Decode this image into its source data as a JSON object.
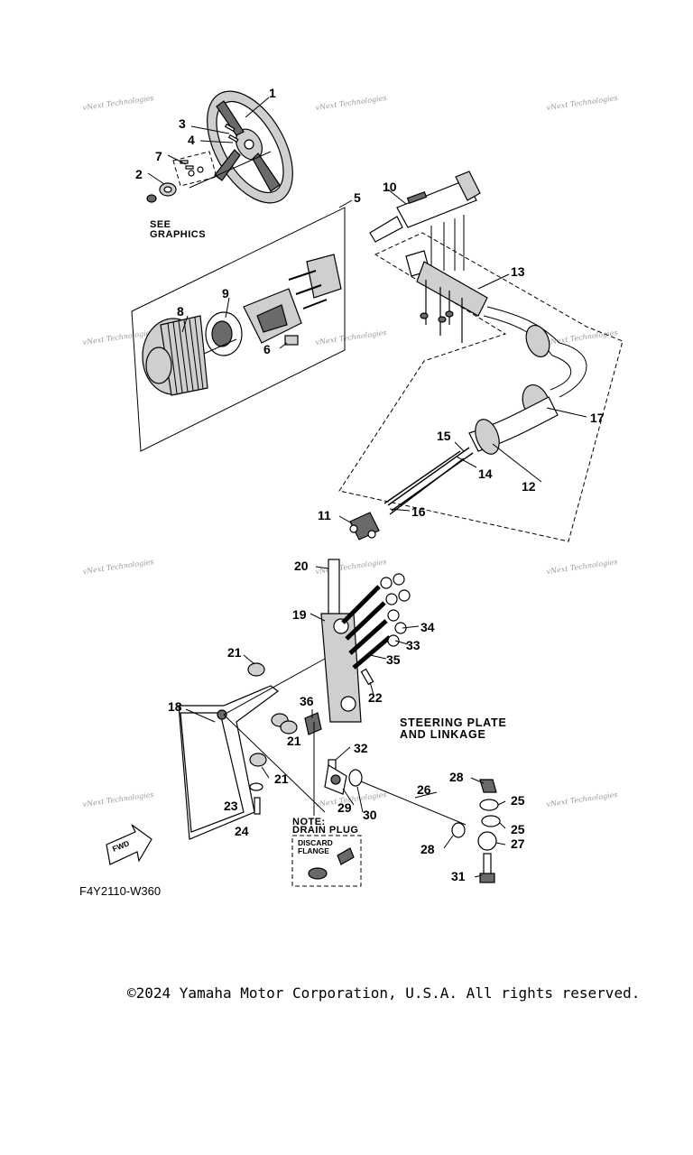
{
  "callouts": [
    "1",
    "2",
    "3",
    "4",
    "5",
    "6",
    "7",
    "8",
    "9",
    "10",
    "11",
    "12",
    "13",
    "14",
    "15",
    "16",
    "17",
    "18",
    "19",
    "20",
    "21",
    "21",
    "21",
    "21",
    "22",
    "23",
    "24",
    "25",
    "25",
    "26",
    "27",
    "28",
    "28",
    "29",
    "30",
    "31",
    "32",
    "33",
    "34",
    "35",
    "36"
  ],
  "notes": {
    "see_graphics_1": "SEE",
    "see_graphics_2": "GRAPHICS",
    "steering_1": "STEERING PLATE",
    "steering_2": "AND LINKAGE",
    "note_1": "NOTE:",
    "note_2": "DRAIN PLUG",
    "discard": "DISCARD",
    "flange": "FLANGE",
    "fwd": "FWD"
  },
  "watermark": "vNext Technologies",
  "diagram_code": "F4Y2110-W360",
  "copyright": "©2024 Yamaha Motor Corporation, U.S.A. All rights reserved."
}
